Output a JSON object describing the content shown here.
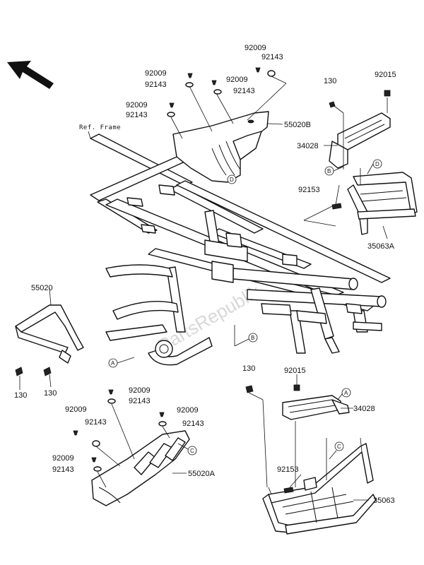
{
  "reference": {
    "frame_label": "Ref. Frame"
  },
  "watermark": "PartsRepublik",
  "labels": {
    "p92009_top_a": "92009",
    "p92143_top_a": "92143",
    "p92009_top_b": "92009",
    "p92143_top_b": "92143",
    "p92009_top_c": "92009",
    "p92143_top_c": "92143",
    "p92009_top_d": "92009",
    "p92143_top_d": "92143",
    "p55020B": "55020B",
    "p130_r": "130",
    "p92015_r": "92015",
    "p34028_r": "34028",
    "p92153_r": "92153",
    "p35063A": "35063A",
    "p55020": "55020",
    "p130_l1": "130",
    "p130_l2": "130",
    "p130_br": "130",
    "p92015_br": "92015",
    "p34028_br": "34028",
    "p92153_br": "92153",
    "p35063": "35063",
    "p92009_bl_a": "92009",
    "p92143_bl_a": "92143",
    "p92009_bl_b": "92009",
    "p92143_bl_b": "92143",
    "p92009_bl_c": "92009",
    "p92143_bl_c": "92143",
    "p92009_bl_d": "92009",
    "p92143_bl_d": "92143",
    "p55020A": "55020A"
  },
  "callouts": {
    "A1": "A",
    "B1": "B",
    "B2": "B",
    "C1": "C",
    "D1": "D",
    "A2": "A",
    "C2": "C",
    "D2": "D"
  },
  "icons": {
    "direction": "arrow-front-icon"
  }
}
